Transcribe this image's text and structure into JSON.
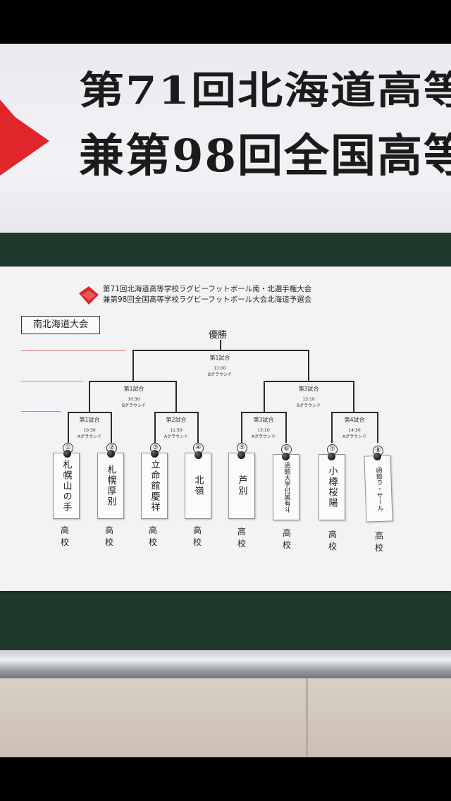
{
  "banner": {
    "line1": "第71回北海道高等",
    "line2": "兼第98回全国高等"
  },
  "sheet": {
    "title1": "第71回北海道高等学校ラグビーフットボール南・北選手権大会",
    "title2": "兼第98回全国高等学校ラグビーフットボール大会北海道予選会",
    "region": "南北海道大会",
    "champion": "優勝"
  },
  "colors": {
    "logo_red": "#e0262b",
    "board_green": "#1f3a2d",
    "paper": "#f3f3f6"
  },
  "final": {
    "name": "第1試合",
    "time": "11:00",
    "ground": "Bグラウンド"
  },
  "semis": [
    {
      "name": "第1試合",
      "time": "10:30",
      "ground": "Bグラウンド"
    },
    {
      "name": "第3試合",
      "time": "13:10",
      "ground": "Bグラウンド"
    }
  ],
  "firsts": [
    {
      "name": "第1試合",
      "time": "10:30",
      "ground": "Aグラウンド"
    },
    {
      "name": "第2試合",
      "time": "11:50",
      "ground": "Aグラウンド"
    },
    {
      "name": "第3試合",
      "time": "13:10",
      "ground": "Aグラウンド"
    },
    {
      "name": "第4試合",
      "time": "14:30",
      "ground": "Aグラウンド"
    }
  ],
  "teams": [
    {
      "seed": "①",
      "name": "札幌山の手",
      "suffix": "高校"
    },
    {
      "seed": "②",
      "name": "札幌厚別",
      "suffix": "高校"
    },
    {
      "seed": "③",
      "name": "立命館慶祥",
      "suffix": "高校"
    },
    {
      "seed": "④",
      "name": "北嶺",
      "suffix": "高校"
    },
    {
      "seed": "⑤",
      "name": "芦別",
      "suffix": "高校"
    },
    {
      "seed": "⑥",
      "name": "函館大学付属有斗",
      "suffix": "高校"
    },
    {
      "seed": "⑦",
      "name": "小樽桜陽",
      "suffix": "高校"
    },
    {
      "seed": "⑧",
      "name": "函館ラ・サール",
      "suffix": "高校"
    }
  ]
}
